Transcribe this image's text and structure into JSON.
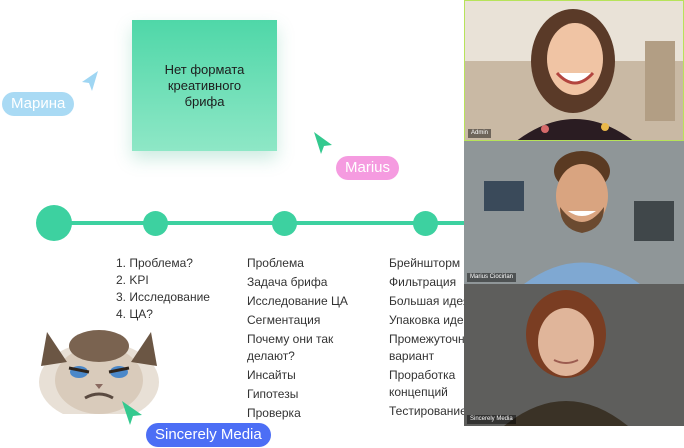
{
  "sticky_note": {
    "text": "Нет формата креативного брифа"
  },
  "cursors": {
    "marina": {
      "name": "Марина",
      "color": "#9fd6f3",
      "text_color": "#ffffff"
    },
    "marius": {
      "name": "Marius",
      "color": "#f59be0",
      "text_color": "#ffffff"
    },
    "sincerely": {
      "name": "Sincerely Media",
      "color": "#4c6ef5",
      "text_color": "#ffffff"
    }
  },
  "timeline": {
    "color": "#3dd1a0",
    "columns": [
      {
        "items": [
          "1. Проблема?",
          "2. KPI",
          "3. Исследование",
          "4. ЦА?"
        ]
      },
      {
        "items": [
          "Проблема",
          "Задача брифа",
          "Исследование ЦА",
          "Сегментация",
          "Почему они так делают?",
          "Инсайты",
          "Гипотезы",
          "Проверка"
        ]
      },
      {
        "items": [
          "Брейншторм",
          "Фильтрация",
          "Большая идея",
          "Упаковка идеи",
          "Промежуточный вариант",
          "Проработка концепций",
          "Тестирование"
        ]
      }
    ]
  },
  "video_tiles": [
    {
      "name": "Admin"
    },
    {
      "name": "Marius Ciocirlan"
    },
    {
      "name": "Sincerely Media"
    }
  ]
}
